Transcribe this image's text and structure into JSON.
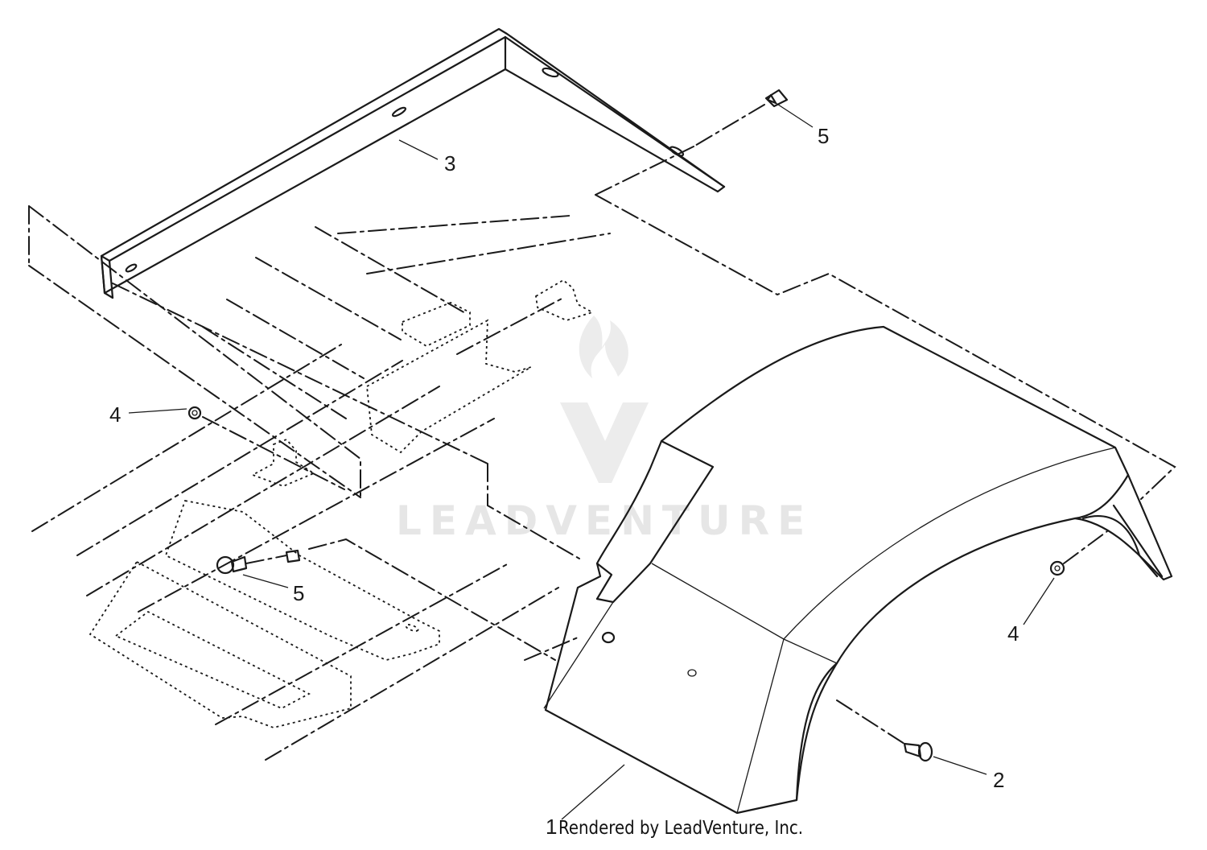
{
  "diagram": {
    "callouts": [
      {
        "id": "1",
        "label": "1"
      },
      {
        "id": "2",
        "label": "2"
      },
      {
        "id": "3",
        "label": "3"
      },
      {
        "id": "4a",
        "label": "4"
      },
      {
        "id": "4b",
        "label": "4"
      },
      {
        "id": "5a",
        "label": "5"
      },
      {
        "id": "5b",
        "label": "5"
      }
    ],
    "watermark": "LEADVENTURE",
    "credit": "Rendered by LeadVenture, Inc."
  }
}
